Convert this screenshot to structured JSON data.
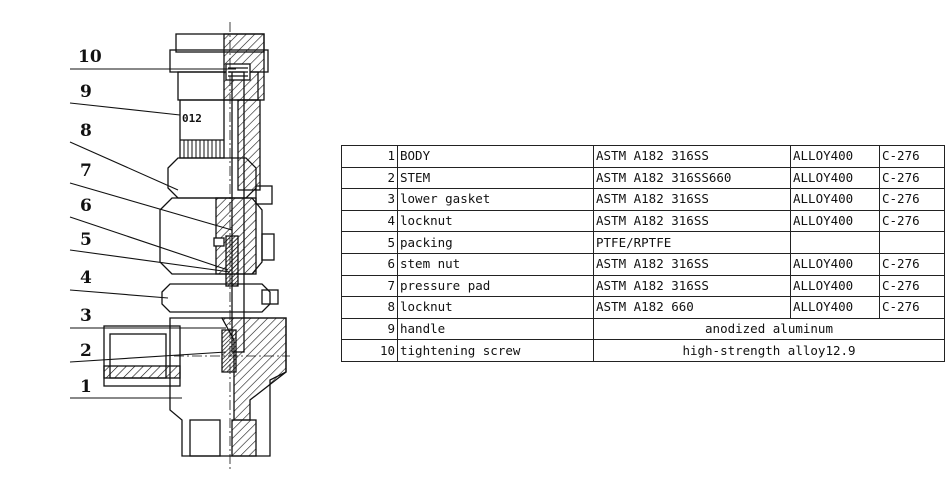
{
  "diagram": {
    "callouts": [
      "10",
      "9",
      "8",
      "7",
      "6",
      "5",
      "4",
      "3",
      "2",
      "1"
    ],
    "scale_digits": "012"
  },
  "parts_table": {
    "rows": [
      {
        "no": "1",
        "name": "BODY",
        "material": "ASTM A182 316SS",
        "alloy": "ALLOY400",
        "alt": "C-276"
      },
      {
        "no": "2",
        "name": "STEM",
        "material": "ASTM A182 316SS660",
        "alloy": "ALLOY400",
        "alt": "C-276"
      },
      {
        "no": "3",
        "name": "lower gasket",
        "material": "ASTM A182 316SS",
        "alloy": "ALLOY400",
        "alt": "C-276"
      },
      {
        "no": "4",
        "name": "locknut",
        "material": "ASTM A182 316SS",
        "alloy": "ALLOY400",
        "alt": "C-276"
      },
      {
        "no": "5",
        "name": "packing",
        "material": "PTFE/RPTFE",
        "alloy": "",
        "alt": ""
      },
      {
        "no": "6",
        "name": "stem nut",
        "material": "ASTM A182 316SS",
        "alloy": "ALLOY400",
        "alt": "C-276"
      },
      {
        "no": "7",
        "name": "pressure pad",
        "material": "ASTM A182 316SS",
        "alloy": "ALLOY400",
        "alt": "C-276"
      },
      {
        "no": "8",
        "name": "locknut",
        "material": "ASTM A182 660",
        "alloy": "ALLOY400",
        "alt": "C-276"
      }
    ],
    "wide_rows": [
      {
        "no": "9",
        "name": "handle",
        "material": "anodized aluminum"
      },
      {
        "no": "10",
        "name": "tightening screw",
        "material": "high-strength alloy12.9"
      }
    ]
  }
}
